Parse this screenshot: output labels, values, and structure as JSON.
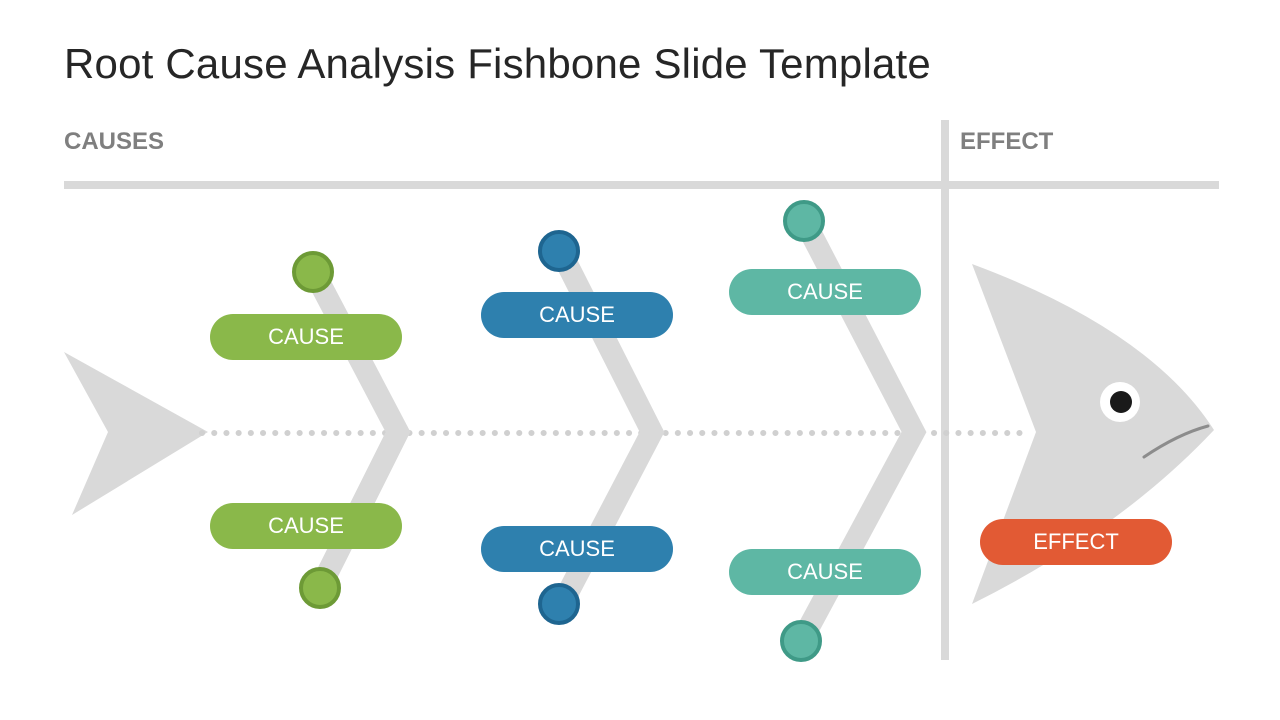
{
  "slide": {
    "title": "Root Cause Analysis Fishbone Slide Template",
    "causes_label": "CAUSES",
    "effect_label": "EFFECT"
  },
  "colors": {
    "green": "#8ab84a",
    "green_dark": "#6d9a36",
    "blue": "#2e80ae",
    "blue_dark": "#1e6590",
    "teal": "#5eb7a4",
    "teal_dark": "#3f9a87",
    "orange": "#e25a34",
    "bone_gray": "#d9d9d9"
  },
  "causes": [
    {
      "label": "CAUSE",
      "color": "green"
    },
    {
      "label": "CAUSE",
      "color": "green"
    },
    {
      "label": "CAUSE",
      "color": "blue"
    },
    {
      "label": "CAUSE",
      "color": "blue"
    },
    {
      "label": "CAUSE",
      "color": "teal"
    },
    {
      "label": "CAUSE",
      "color": "teal"
    }
  ],
  "effect": {
    "label": "EFFECT",
    "color": "orange"
  }
}
